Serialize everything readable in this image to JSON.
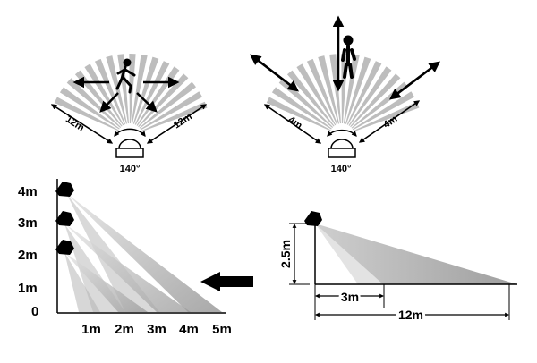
{
  "top_left": {
    "range_left": "12m",
    "range_right": "12m",
    "angle": "140°"
  },
  "top_right": {
    "range_left": "4m",
    "range_right": "4m",
    "angle": "140°"
  },
  "side_view": {
    "y_ticks": [
      "4m",
      "3m",
      "2m",
      "1m",
      "0"
    ],
    "x_ticks": [
      "1m",
      "2m",
      "3m",
      "4m",
      "5m"
    ]
  },
  "mount_view": {
    "height": "2.5m",
    "near": "3m",
    "far": "12m"
  },
  "colors": {
    "beam": "#bdbdbd",
    "ink": "#000000"
  }
}
